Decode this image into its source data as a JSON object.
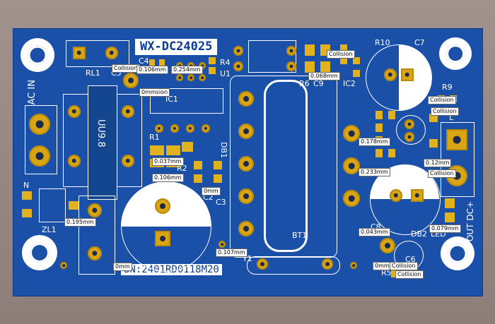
{
  "board": {
    "title": "WX-DC24025",
    "serial": "SN:2401RD0118M20"
  },
  "silkscreen": {
    "rl1": "RL1",
    "c4": "C4",
    "c5": "C5",
    "r4": "R4",
    "u1": "U1",
    "ic1": "IC1",
    "r6": "R6",
    "c9": "C9",
    "ic2": "IC2",
    "r10": "R10",
    "c7": "C7",
    "r9": "R9",
    "r1": "R1",
    "r2": "R2",
    "c2": "C2",
    "c3": "C3",
    "db1": "DB1",
    "bt1": "BT1",
    "y1": "Y1",
    "c8": "C8",
    "db2": "DB2",
    "led": "LED",
    "c6": "C6",
    "r5": "R5",
    "zl1": "ZL1",
    "ac_in": "AC IN",
    "out_dc": "OUT DC+",
    "uu98": "UU9.8",
    "l_mark": "L",
    "n_mark": "N"
  },
  "drc_labels": [
    {
      "id": "collision-1",
      "text": "Collision"
    },
    {
      "id": "d0106a",
      "text": "0.106mm"
    },
    {
      "id": "d0254",
      "text": "0.254mm"
    },
    {
      "id": "collision-2",
      "text": "0mmsion"
    },
    {
      "id": "collision-3",
      "text": "Collision"
    },
    {
      "id": "d0068",
      "text": "0.068mm"
    },
    {
      "id": "collision-4",
      "text": "Collision"
    },
    {
      "id": "collision-5",
      "text": "Collision"
    },
    {
      "id": "d0178",
      "text": "0.178mm"
    },
    {
      "id": "d0037",
      "text": "0.037mm"
    },
    {
      "id": "d0106b",
      "text": "0.106mm"
    },
    {
      "id": "d0mm-a",
      "text": "0mm"
    },
    {
      "id": "d0233",
      "text": "0.233mm"
    },
    {
      "id": "d012",
      "text": "0.12mm"
    },
    {
      "id": "collision-6",
      "text": "Collision"
    },
    {
      "id": "d0195",
      "text": "0.195mm"
    },
    {
      "id": "d0043",
      "text": "0.043mm"
    },
    {
      "id": "d0079",
      "text": "0.079mm"
    },
    {
      "id": "d0107",
      "text": "0.107mm"
    },
    {
      "id": "d0mm-b",
      "text": "0mm"
    },
    {
      "id": "d0mm-c",
      "text": "0mm"
    },
    {
      "id": "collision-7",
      "text": "Collision"
    },
    {
      "id": "collision-8",
      "text": "Collision"
    }
  ],
  "colors": {
    "board": "#1a50a8",
    "copper_pad": "#d9a514",
    "silkscreen": "#ffffff",
    "background": "#9a8a86"
  }
}
